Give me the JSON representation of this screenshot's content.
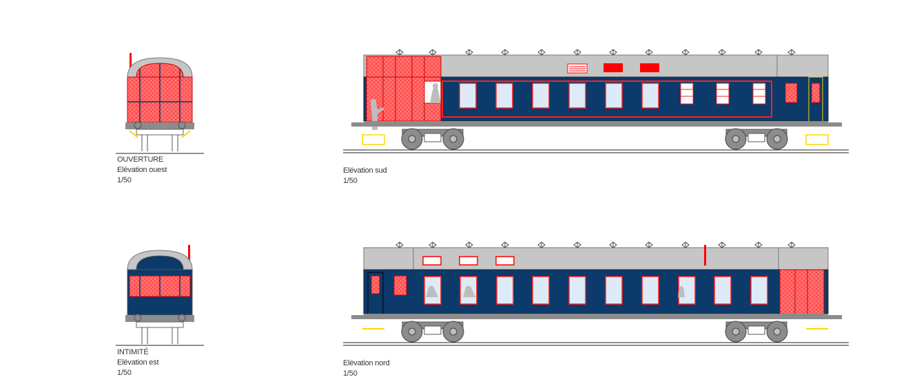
{
  "colors": {
    "body_blue": "#0b3a6b",
    "roof_grey": "#c6c6c6",
    "frame_grey": "#8c8c8c",
    "accent_red": "#ff0000",
    "pattern_red": "#ff4a4a",
    "window_pale": "#dfeaf8",
    "yellow": "#ffd700",
    "line_dark": "#222222"
  },
  "views": [
    {
      "id": "ouest",
      "title": "OUVERTURE",
      "label": "Elévation ouest",
      "scale": "1/50"
    },
    {
      "id": "sud",
      "title": "",
      "label": "Elévation sud",
      "scale": "1/50"
    },
    {
      "id": "est",
      "title": "INTIMITÉ",
      "label": "Elévation est",
      "scale": "1/50"
    },
    {
      "id": "nord",
      "title": "",
      "label": "Elévation nord",
      "scale": "1/50"
    }
  ]
}
